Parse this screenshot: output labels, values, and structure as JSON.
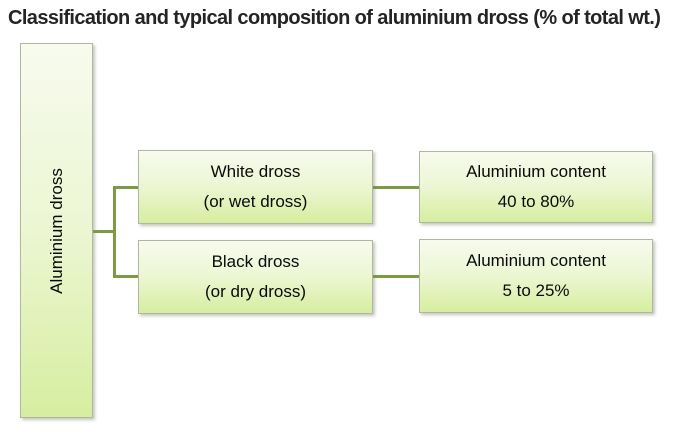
{
  "title": "Classification and typical composition of aluminium dross (% of total wt.)",
  "root": {
    "label": "Aluminium dross"
  },
  "branches": [
    {
      "name": "White dross",
      "alias": "(or wet dross)",
      "content_title": "Aluminium content",
      "content_value": "40 to 80%"
    },
    {
      "name": "Black dross",
      "alias": "(or dry dross)",
      "content_title": "Aluminium content",
      "content_value": "5 to 25%"
    }
  ],
  "colors": {
    "connector": "#7d9a44",
    "box_border": "#b0b6a0",
    "box_fill_top": "#f7fbee",
    "box_fill_bottom": "#d6eea0",
    "title_text": "#242424",
    "box_text": "#0a0a0a",
    "background": "#ffffff"
  }
}
